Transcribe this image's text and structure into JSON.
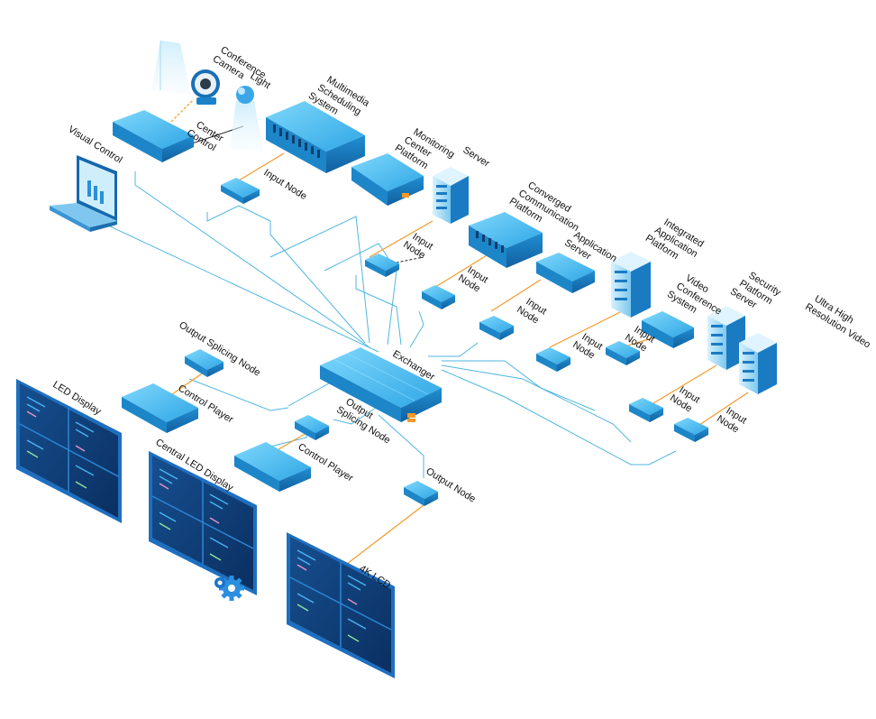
{
  "colors": {
    "link": "#4fb6e0",
    "orange": "#f39a2b",
    "device_top": "#4cc3f5",
    "device_side": "#1d7fc0",
    "screen_dark": "#0d3f78",
    "screen_frame": "#1f6fbf"
  },
  "labels": {
    "conference_camera": [
      "Conference",
      "Camera"
    ],
    "light": "Light",
    "multimedia": [
      "Multimedia",
      "Scheduling",
      "System"
    ],
    "center_control": [
      "Center",
      "Control"
    ],
    "visual_control": "Visual Control",
    "input_node_1": "Input Node",
    "monitoring": [
      "Monitoring",
      "Center",
      "Platform"
    ],
    "server": "Server",
    "converged": [
      "Converged",
      "Communication",
      "Platform"
    ],
    "integrated": [
      "Integrated",
      "Application",
      "Platform"
    ],
    "application_server": [
      "Application",
      "Server"
    ],
    "video_conference": [
      "Video",
      "Conference",
      "System"
    ],
    "security": [
      "Security",
      "Platform",
      "Server"
    ],
    "ultra_hd": [
      "Ultra High",
      "Resolution Video"
    ],
    "input_node_2": [
      "Input",
      "Node"
    ],
    "input_node_3": [
      "Input",
      "Node"
    ],
    "input_node_4": [
      "Input",
      "Node"
    ],
    "input_node_5": [
      "Input",
      "Node"
    ],
    "input_node_6": [
      "Input",
      "Node"
    ],
    "input_node_7": [
      "Input",
      "Node"
    ],
    "input_node_8": [
      "Input",
      "Node"
    ],
    "exchanger": "Exchanger",
    "output_splicing_node_1": "Output Splicing Node",
    "output_splicing_node_2": [
      "Output",
      "Splicing Node"
    ],
    "control_player_1": "Control Player",
    "control_player_2": "Control Player",
    "led_display": "LED Display",
    "central_led_display": "Central LED Display",
    "output_node": "Output Node",
    "lcd_4k": "4K LCD"
  }
}
